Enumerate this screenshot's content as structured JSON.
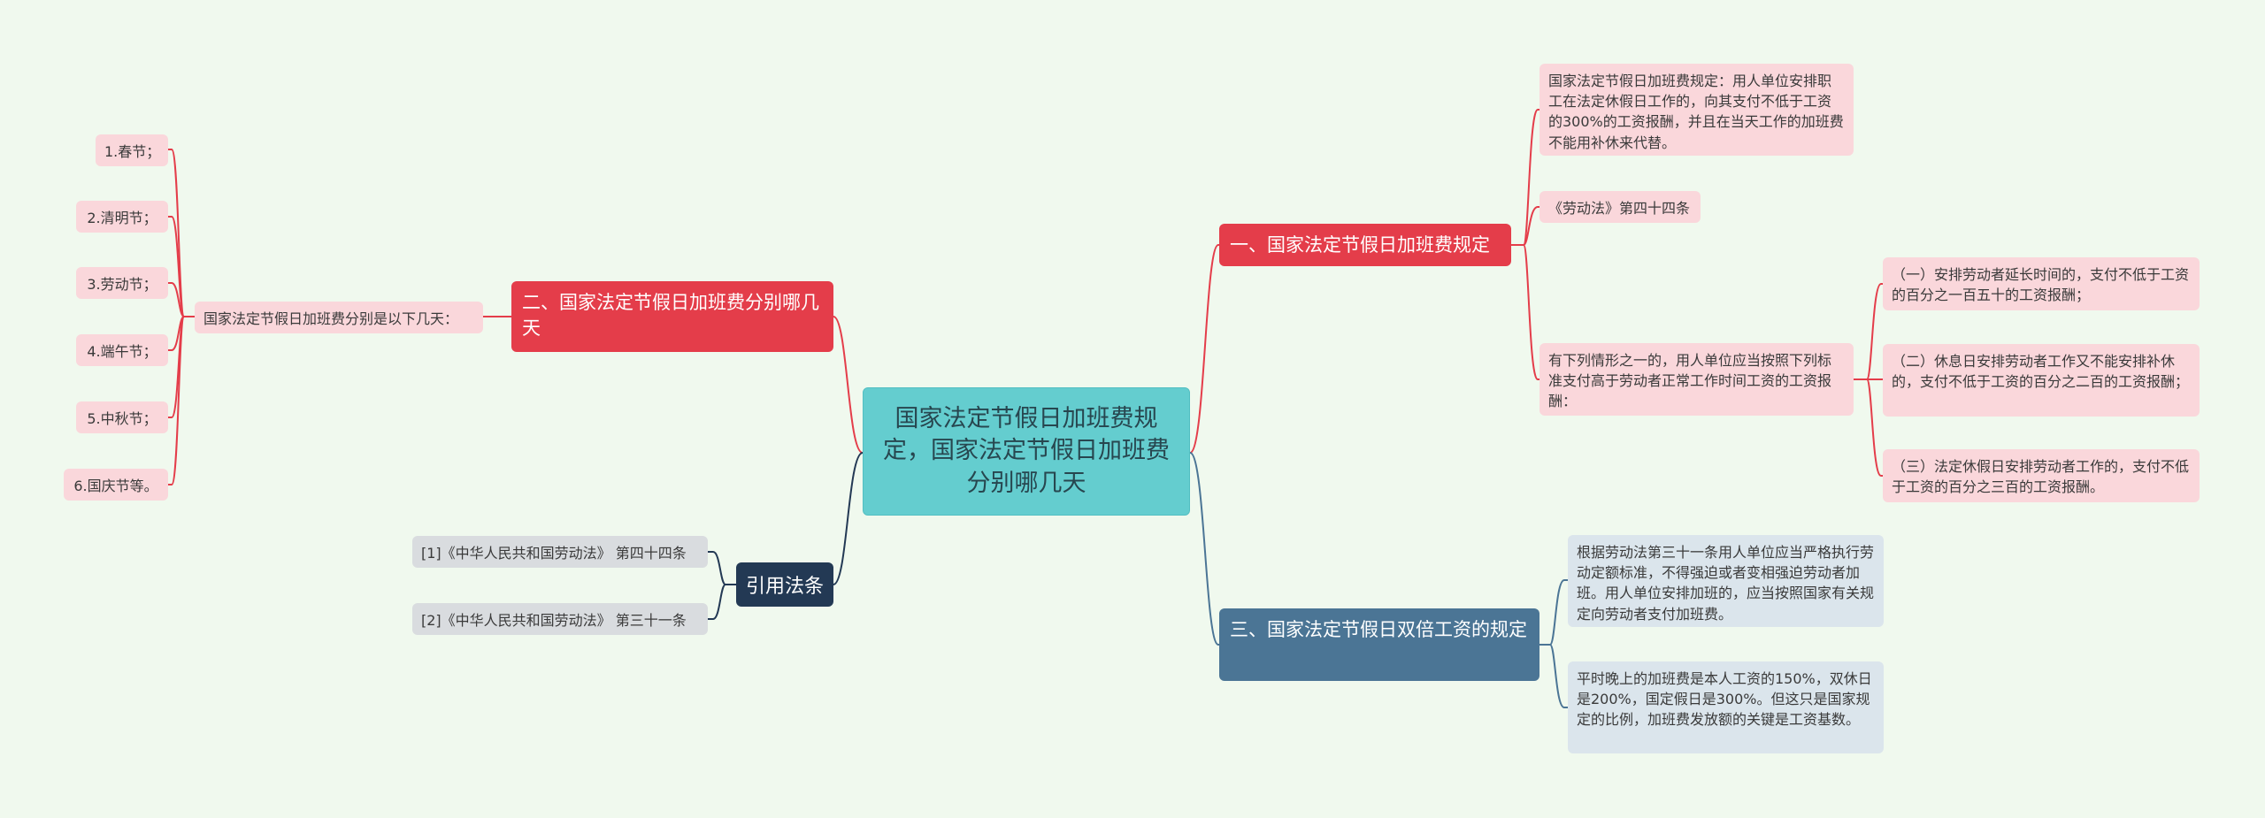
{
  "root": {
    "text": "国家法定节假日加班费规定，国家法定节假日加班费分别哪几天"
  },
  "branch1": {
    "title": "一、国家法定节假日加班费规定",
    "items": [
      "国家法定节假日加班费规定：用人单位安排职工在法定休假日工作的，向其支付不低于工资的300%的工资报酬，并且在当天工作的加班费不能用补休来代替。",
      "《劳动法》第四十四条",
      "有下列情形之一的，用人单位应当按照下列标准支付高于劳动者正常工作时间工资的工资报酬："
    ],
    "sub_items": [
      "（一）安排劳动者延长时间的，支付不低于工资的百分之一百五十的工资报酬；",
      "（二）休息日安排劳动者工作又不能安排补休的，支付不低于工资的百分之二百的工资报酬；",
      "（三）法定休假日安排劳动者工作的，支付不低于工资的百分之三百的工资报酬。"
    ]
  },
  "branch2": {
    "title": "二、国家法定节假日加班费分别哪几天",
    "intro": "国家法定节假日加班费分别是以下几天：",
    "days": [
      "1.春节；",
      "2.清明节；",
      "3.劳动节；",
      "4.端午节；",
      "5.中秋节；",
      "6.国庆节等。"
    ]
  },
  "branch3": {
    "title": "三、国家法定节假日双倍工资的规定",
    "items": [
      "根据劳动法第三十一条用人单位应当严格执行劳动定额标准，不得强迫或者变相强迫劳动者加班。用人单位安排加班的，应当按照国家有关规定向劳动者支付加班费。",
      "平时晚上的加班费是本人工资的150%，双休日是200%，国定假日是300%。但这只是国家规定的比例，加班费发放额的关键是工资基数。"
    ]
  },
  "citations": {
    "title": "引用法条",
    "items": [
      "[1]《中华人民共和国劳动法》 第四十四条",
      "[2]《中华人民共和国劳动法》 第三十一条"
    ]
  },
  "colors": {
    "background": "#f0f9ee",
    "root": "#64cdcf",
    "red": "#e43d4a",
    "navy": "#233954",
    "steel": "#4b7595",
    "pink": "#fad7db",
    "blue": "#dbe5ec",
    "grey": "#d9dcdf"
  }
}
